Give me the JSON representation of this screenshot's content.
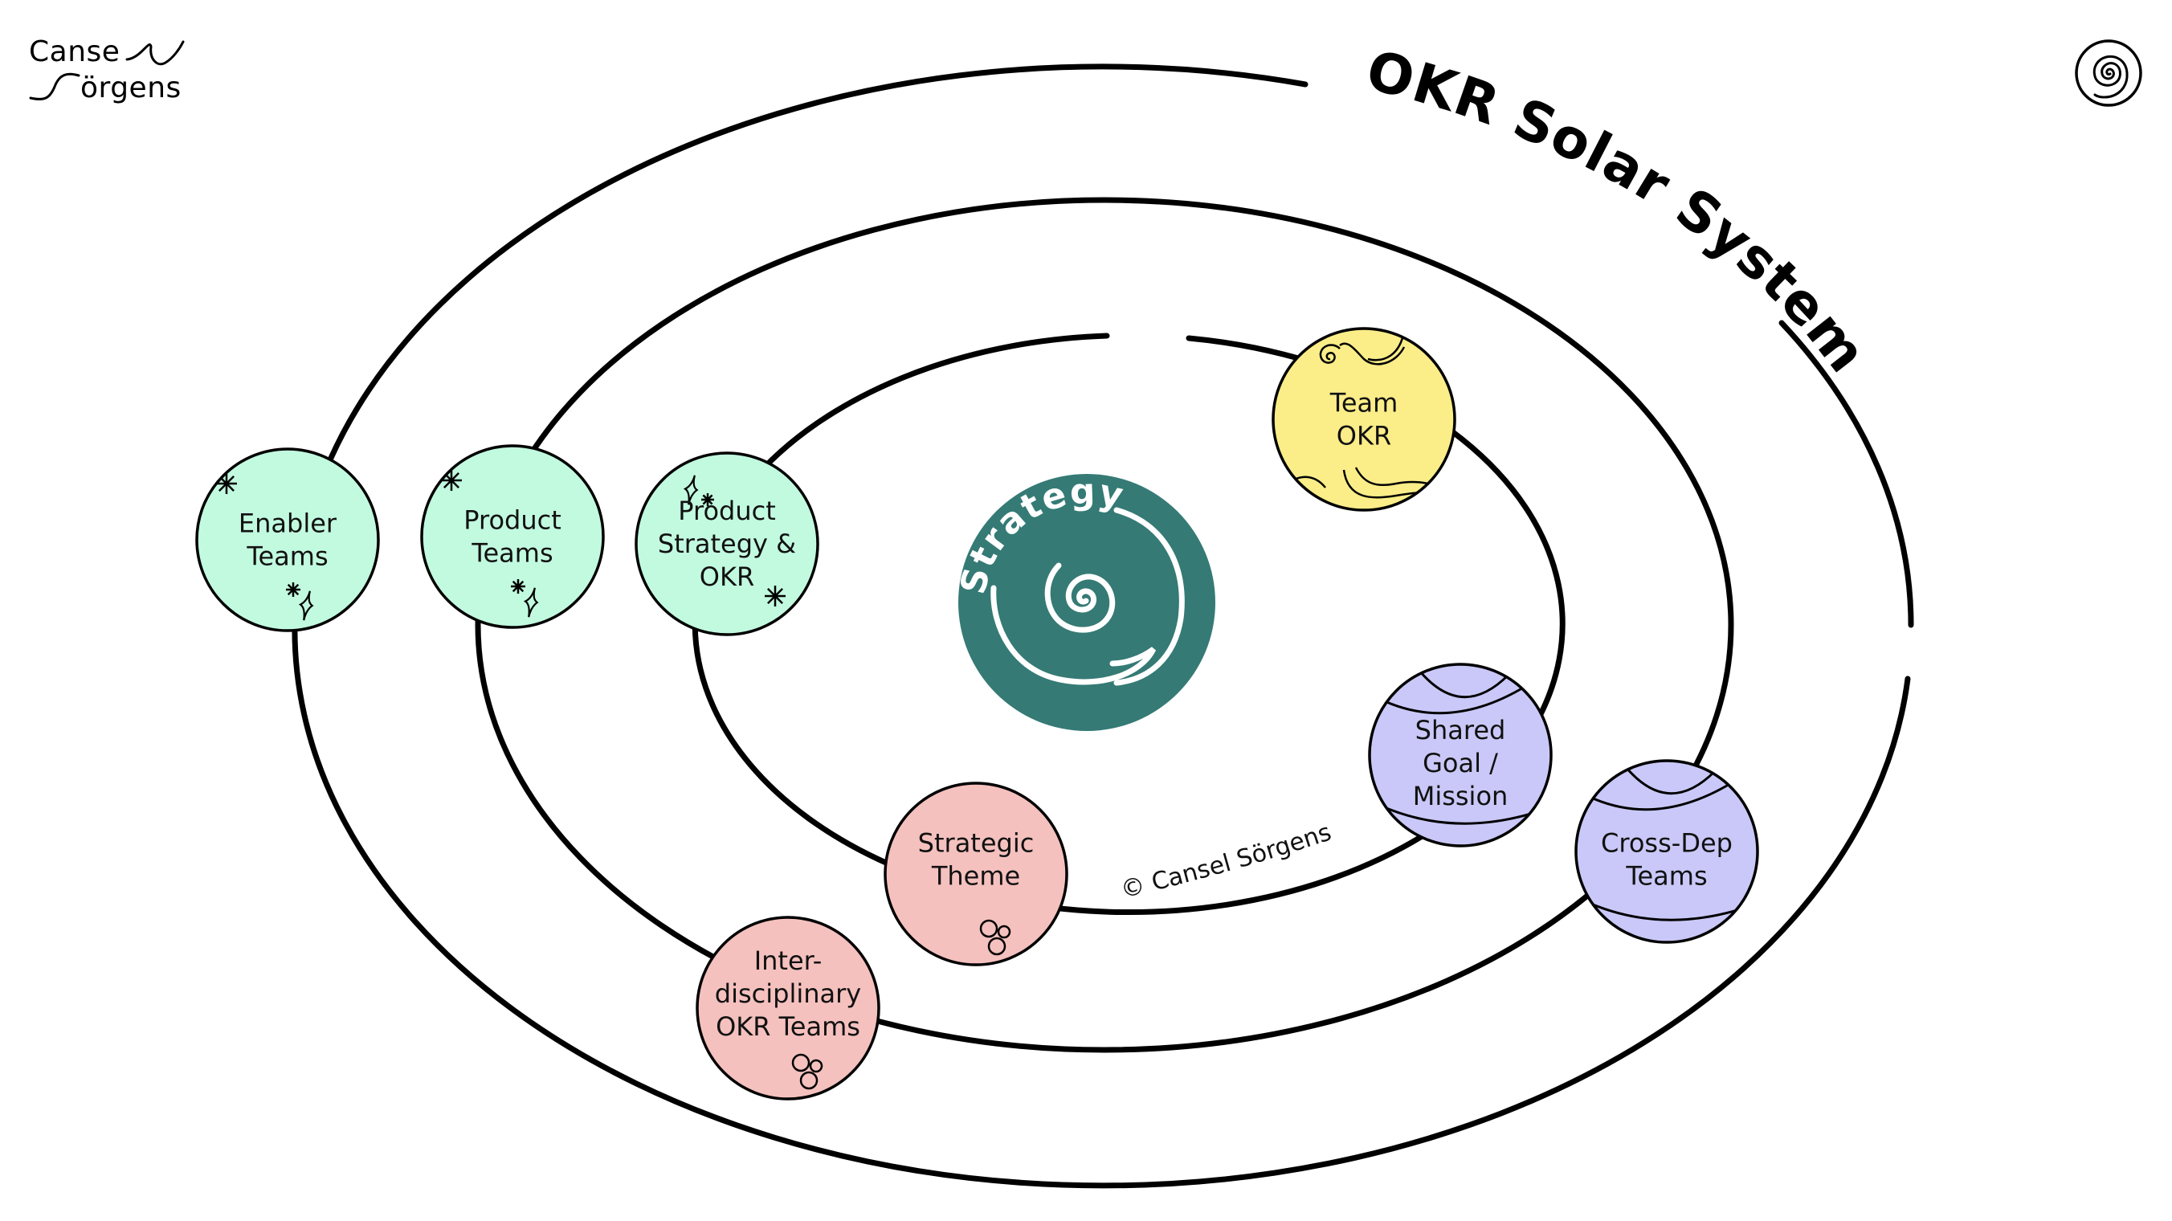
{
  "logo": {
    "line1": "Canse",
    "line2": "örgens",
    "full_name": "Cansel Sörgens"
  },
  "title": "OKR Solar System",
  "sun": {
    "label": "Strategy",
    "color": "#357a75"
  },
  "copyright": "© Cansel Sörgens",
  "colors": {
    "mint": "#c2fae0",
    "yellow": "#fbed88",
    "lavender": "#c9c8f8",
    "pink": "#f4c1be",
    "orbit": "#000000"
  },
  "orbits": [
    {
      "name": "inner",
      "planets": [
        "Product Strategy & OKR",
        "Team OKR",
        "Shared Goal / Mission",
        "Strategic Theme"
      ]
    },
    {
      "name": "middle",
      "planets": [
        "Product Teams",
        "Cross-Dep Teams",
        "Inter-disciplinary OKR Teams"
      ]
    },
    {
      "name": "outer",
      "planets": [
        "Enabler Teams"
      ]
    }
  ],
  "planets": [
    {
      "id": "enabler-teams",
      "lines": [
        "Enabler",
        "Teams"
      ],
      "color_key": "mint",
      "decoration": "sparkles"
    },
    {
      "id": "product-teams",
      "lines": [
        "Product",
        "Teams"
      ],
      "color_key": "mint",
      "decoration": "sparkles"
    },
    {
      "id": "product-strategy-okr",
      "lines": [
        "Product",
        "Strategy &",
        "OKR"
      ],
      "color_key": "mint",
      "decoration": "sparkles-alt"
    },
    {
      "id": "team-okr",
      "lines": [
        "Team",
        "OKR"
      ],
      "color_key": "yellow",
      "decoration": "swirls"
    },
    {
      "id": "shared-goal-mission",
      "lines": [
        "Shared",
        "Goal /",
        "Mission"
      ],
      "color_key": "lavender",
      "decoration": "bands"
    },
    {
      "id": "cross-dep-teams",
      "lines": [
        "Cross-Dep",
        "Teams"
      ],
      "color_key": "lavender",
      "decoration": "bands"
    },
    {
      "id": "strategic-theme",
      "lines": [
        "Strategic",
        "Theme"
      ],
      "color_key": "pink",
      "decoration": "bubbles"
    },
    {
      "id": "interdisciplinary-okr-teams",
      "lines": [
        "Inter-",
        "disciplinary",
        "OKR Teams"
      ],
      "color_key": "pink",
      "decoration": "bubbles"
    }
  ],
  "icons": {
    "corner": "spiral-icon",
    "sun": "spiral-icon"
  }
}
